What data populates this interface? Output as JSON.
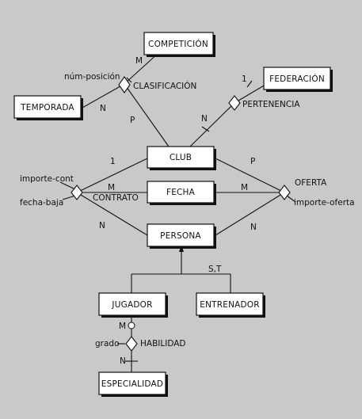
{
  "entities": {
    "competicion": "COMPETICIÓN",
    "temporada": "TEMPORADA",
    "federacion": "FEDERACIÓN",
    "club": "CLUB",
    "fecha": "FECHA",
    "persona": "PERSONA",
    "jugador": "JUGADOR",
    "entrenador": "ENTRENADOR",
    "especialidad": "ESPECIALIDAD"
  },
  "relationships": {
    "clasificacion": "CLASIFICACIÓN",
    "pertenencia": "PERTENENCIA",
    "contrato": "CONTRATO",
    "oferta": "OFERTA",
    "habilidad": "HABILIDAD"
  },
  "attributes": {
    "num_posicion": "núm-posición",
    "importe_cont": "importe-cont",
    "fecha_baja": "fecha-baja",
    "importe_oferta": "importe-oferta",
    "grado": "grado"
  },
  "cardinalities": {
    "clasif_competicion": "M",
    "clasif_temporada": "N",
    "clasif_club": "P",
    "pert_federacion": "1",
    "pert_club": "N",
    "contrato_club": "1",
    "contrato_fecha": "M",
    "contrato_persona": "N",
    "oferta_club": "P",
    "oferta_fecha": "M",
    "oferta_persona": "N",
    "hab_jugador": "M",
    "hab_especialidad": "N"
  },
  "generalization": "S,T"
}
